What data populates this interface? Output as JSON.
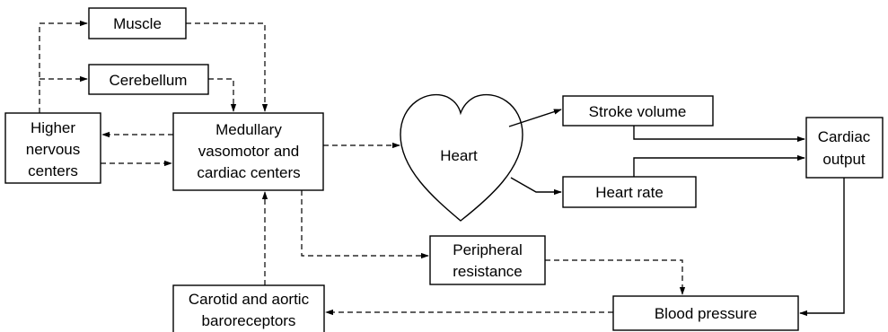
{
  "nodes": {
    "muscle": [
      "Muscle"
    ],
    "cerebellum": [
      "Cerebellum"
    ],
    "higher_nervous": [
      "Higher",
      "nervous",
      "centers"
    ],
    "medullary": [
      "Medullary",
      "vasomotor and",
      "cardiac centers"
    ],
    "heart": [
      "Heart"
    ],
    "stroke_volume": [
      "Stroke volume"
    ],
    "heart_rate": [
      "Heart rate"
    ],
    "cardiac_output": [
      "Cardiac",
      "output"
    ],
    "peripheral_resistance": [
      "Peripheral",
      "resistance"
    ],
    "blood_pressure": [
      "Blood pressure"
    ],
    "baroreceptors": [
      "Carotid and aortic",
      "baroreceptors"
    ]
  }
}
